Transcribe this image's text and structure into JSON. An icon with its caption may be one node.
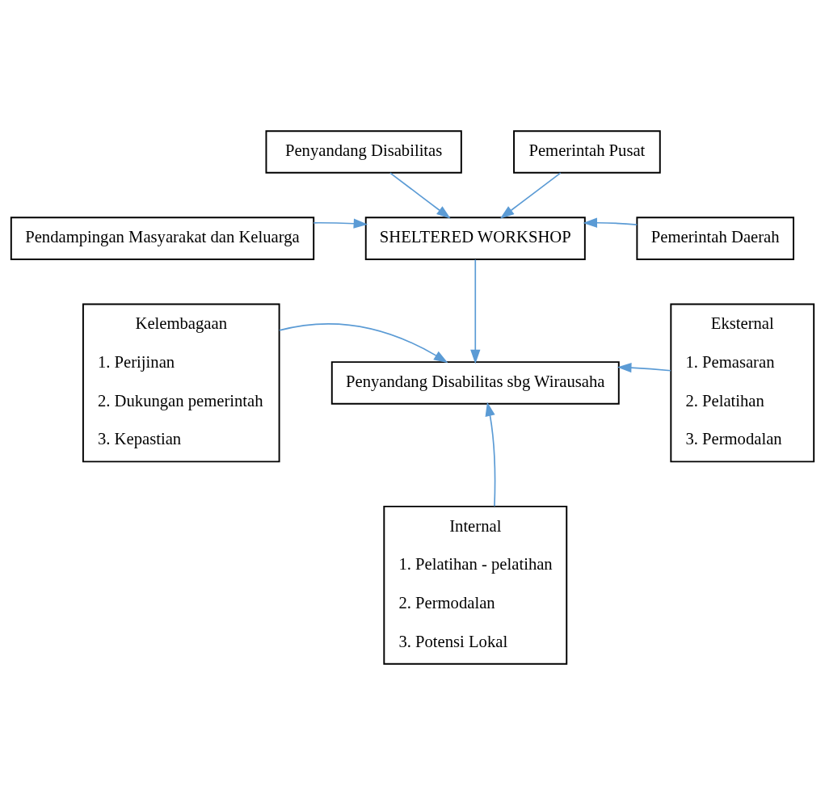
{
  "diagram": {
    "nodes": [
      {
        "text": [
          "Penyandang Disabilitas"
        ]
      },
      {
        "text": [
          "Pemerintah Pusat"
        ]
      },
      {
        "text": [
          "Pendampingan Masyarakat dan Keluarga"
        ]
      },
      {
        "text": [
          "SHELTERED WORKSHOP"
        ]
      },
      {
        "text": [
          "Pemerintah Daerah"
        ]
      },
      {
        "text": [
          "Kelembagaan",
          "1. Perijinan",
          "2. Dukungan pemerintah",
          "3. Kepastian"
        ]
      },
      {
        "text": [
          "Penyandang Disabilitas sbg Wirausaha"
        ]
      },
      {
        "text": [
          "Eksternal",
          "1. Pemasaran",
          "2. Pelatihan",
          "3. Permodalan"
        ]
      },
      {
        "text": [
          "Internal",
          "1. Pelatihan - pelatihan",
          "2. Permodalan",
          "3. Potensi Lokal"
        ]
      }
    ],
    "edges": [
      {
        "from": 0,
        "to": 3,
        "arrow": "to"
      },
      {
        "from": 1,
        "to": 3,
        "arrow": "to"
      },
      {
        "from": 2,
        "to": 3,
        "arrow": "to"
      },
      {
        "from": 4,
        "to": 3,
        "arrow": "to"
      },
      {
        "from": 3,
        "to": 6,
        "arrow": "to"
      },
      {
        "from": 5,
        "to": 6,
        "arrow": "to"
      },
      {
        "from": 7,
        "to": 6,
        "arrow": "to"
      },
      {
        "from": 8,
        "to": 6,
        "arrow": "to"
      }
    ]
  }
}
